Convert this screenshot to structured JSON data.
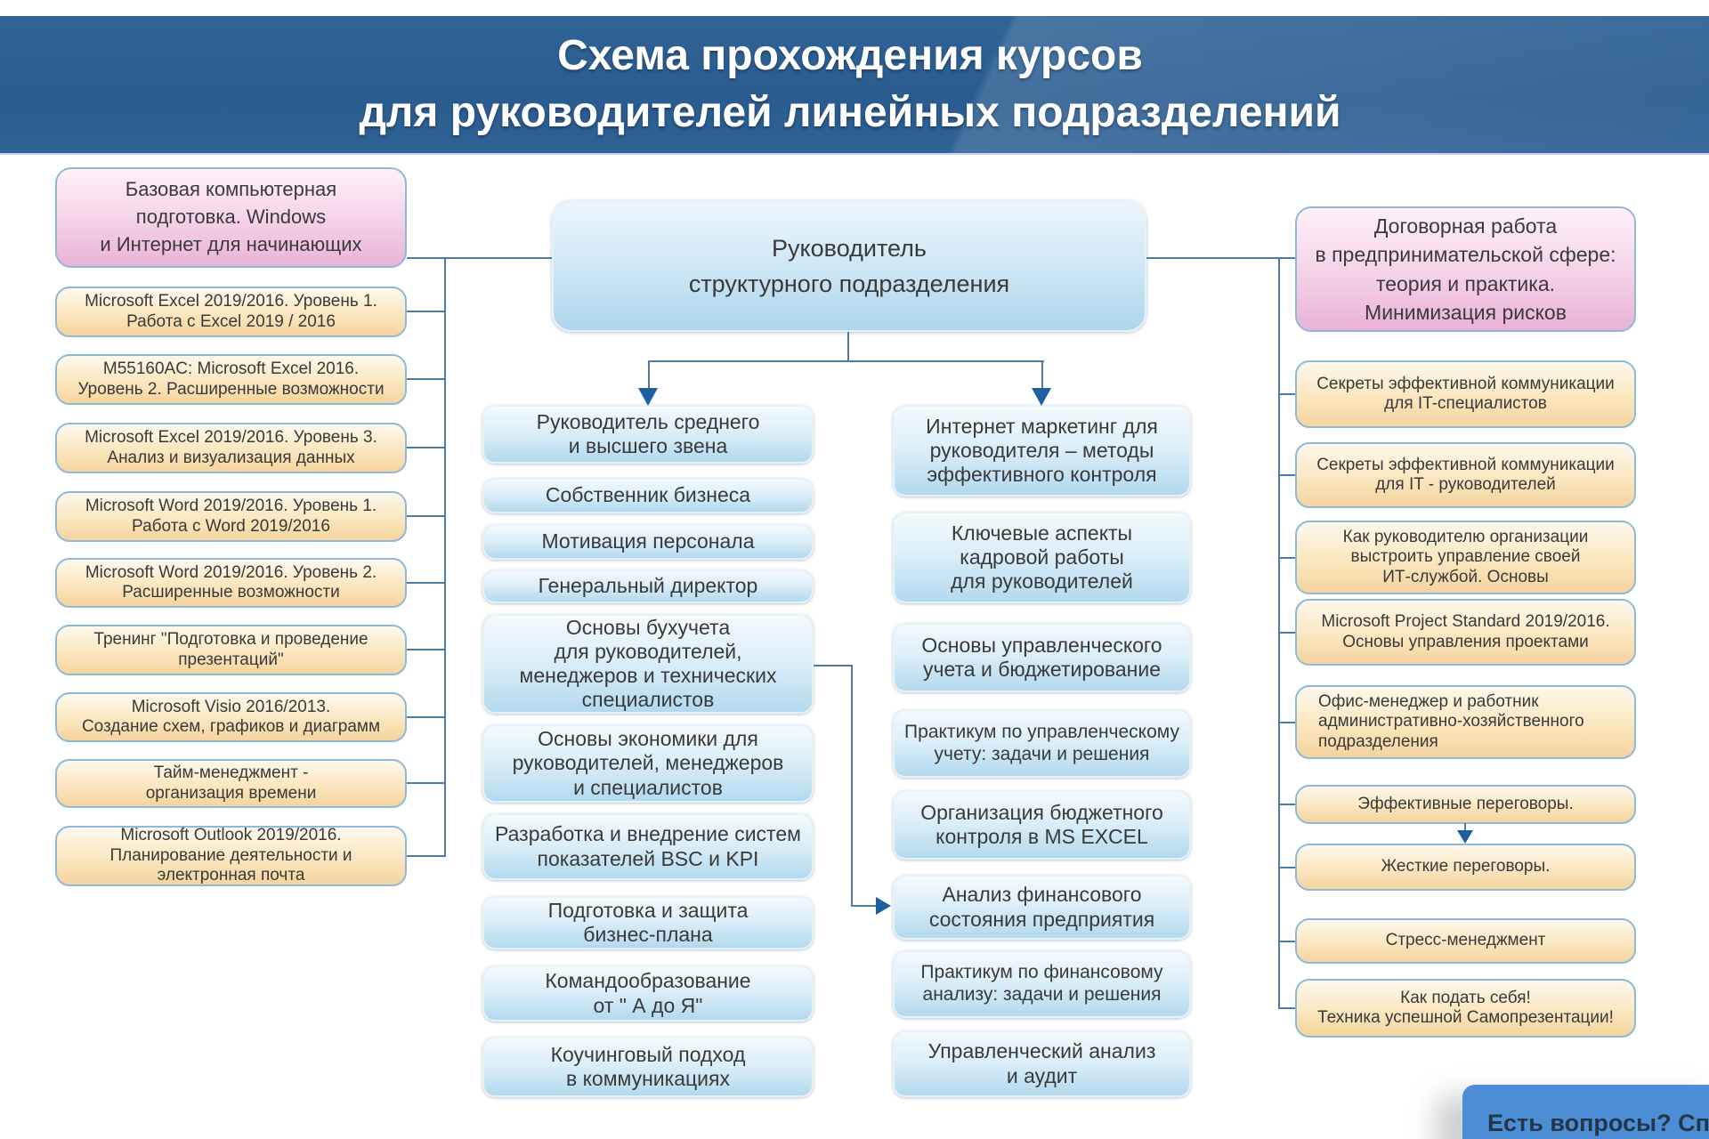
{
  "title": {
    "line1": "Схема прохождения курсов",
    "line2": "для руководителей линейных подразделений"
  },
  "root": {
    "label": "Руководитель\nструктурного подразделения"
  },
  "columns": [
    {
      "name": "left",
      "items": [
        {
          "label": "Базовая компьютерная\nподготовка. Windows\nи Интернет для начинающих",
          "style": "pink"
        },
        {
          "label": "Microsoft Excel 2019/2016. Уровень 1.\nРабота с Excel 2019 / 2016",
          "style": "orange"
        },
        {
          "label": "M55160AC: Microsoft Excel 2016.\nУровень 2. Расширенные возможности",
          "style": "orange"
        },
        {
          "label": "Microsoft Excel 2019/2016. Уровень 3.\nАнализ и визуализация данных",
          "style": "orange"
        },
        {
          "label": "Microsoft Word 2019/2016. Уровень 1.\nРабота с Word 2019/2016",
          "style": "orange"
        },
        {
          "label": "Microsoft Word 2019/2016. Уровень 2.\nРасширенные возможности",
          "style": "orange"
        },
        {
          "label": "Тренинг \"Подготовка и проведение\nпрезентаций\"",
          "style": "orange"
        },
        {
          "label": "Microsoft Visio 2016/2013.\nСоздание схем, графиков и диаграмм",
          "style": "orange"
        },
        {
          "label": "Тайм-менеджмент -\nорганизация времени",
          "style": "orange"
        },
        {
          "label": "Microsoft Outlook 2019/2016.\nПланирование деятельности и\nэлектронная почта",
          "style": "orange"
        }
      ]
    },
    {
      "name": "center-left",
      "items": [
        {
          "label": "Руководитель среднего\nи высшего звена",
          "style": "blue"
        },
        {
          "label": "Собственник бизнеса",
          "style": "blue"
        },
        {
          "label": "Мотивация персонала",
          "style": "blue"
        },
        {
          "label": "Генеральный директор",
          "style": "blue"
        },
        {
          "label": "Основы бухучета\nдля руководителей,\nменеджеров и технических\nспециалистов",
          "style": "blue"
        },
        {
          "label": "Основы экономики для\nруководителей, менеджеров\nи специалистов",
          "style": "blue"
        },
        {
          "label": "Разработка и внедрение систем\nпоказателей BSC и KPI",
          "style": "blue"
        },
        {
          "label": "Подготовка и защита\nбизнес-плана",
          "style": "blue"
        },
        {
          "label": "Командообразование\nот \" А до Я\"",
          "style": "blue"
        },
        {
          "label": "Коучинговый подход\nв коммуникациях",
          "style": "blue"
        }
      ]
    },
    {
      "name": "center-right",
      "items": [
        {
          "label": "Интернет маркетинг для\nруководителя – методы\nэффективного контроля",
          "style": "blue"
        },
        {
          "label": "Ключевые аспекты\nкадровой работы\nдля руководителей",
          "style": "blue"
        },
        {
          "label": "Основы управленческого\nучета и бюджетирование",
          "style": "blue"
        },
        {
          "label": "Практикум по управленческому\nучету: задачи и решения",
          "style": "blue"
        },
        {
          "label": "Организация бюджетного\nконтроля в MS EXCEL",
          "style": "blue"
        },
        {
          "label": "Анализ финансового\nсостояния предприятия",
          "style": "blue"
        },
        {
          "label": "Практикум по финансовому\nанализу: задачи и решения",
          "style": "blue"
        },
        {
          "label": "Управленческий анализ\nи аудит",
          "style": "blue"
        }
      ]
    },
    {
      "name": "right",
      "items": [
        {
          "label": "Договорная работа\nв предпринимательской сфере:\nтеория и практика.\nМинимизация рисков",
          "style": "pink"
        },
        {
          "label": "Секреты эффективной коммуникации\nдля IT-специалистов",
          "style": "orange"
        },
        {
          "label": "Секреты эффективной коммуникации\nдля IT - руководителей",
          "style": "orange"
        },
        {
          "label": "Как руководителю организации\nвыстроить управление своей\nИТ-службой. Основы",
          "style": "orange"
        },
        {
          "label": "Microsoft Project Standard 2019/2016.\nОсновы управления проектами",
          "style": "orange"
        },
        {
          "label": "Офис-менеджер и работник\nадминистративно-хозяйственного\nподразделения",
          "style": "orange"
        },
        {
          "label": "Эффективные переговоры.",
          "style": "orange"
        },
        {
          "label": "Жесткие переговоры.",
          "style": "orange"
        },
        {
          "label": "Стресс-менеджмент",
          "style": "orange"
        },
        {
          "label": "Как подать себя!\nТехника успешной Самопрезентации!",
          "style": "orange"
        }
      ]
    }
  ],
  "chat": {
    "label": "Есть вопросы? Спр"
  },
  "colors": {
    "banner_blue": "#2d5f93",
    "box_blue_fill": "#b3d9ee",
    "box_pink_fill": "#eab2d7",
    "box_orange_fill": "#f5d49e",
    "box_border": "#8fb9d9",
    "connector": "#4d7ba8",
    "arrow": "#1d5f9f",
    "chat_button": "#4c8ed5",
    "title_text": "#ffffff",
    "box_text": "#3a3a3a"
  }
}
